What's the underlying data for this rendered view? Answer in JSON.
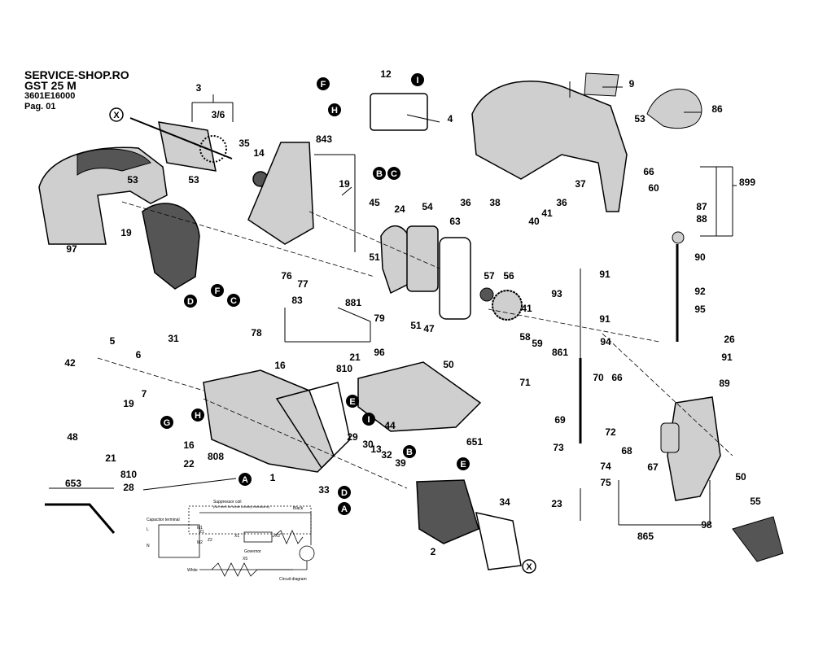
{
  "header": {
    "shop": "SERVICE-SHOP.RO",
    "model": "GST 25 M",
    "article": "3601E16000",
    "page": "Pag. 01"
  },
  "part_numbers": [
    "3",
    "3/6",
    "35",
    "14",
    "53",
    "19",
    "97",
    "843",
    "12",
    "4",
    "45",
    "24",
    "54",
    "63",
    "36",
    "38",
    "37",
    "41",
    "40",
    "51",
    "57",
    "56",
    "58",
    "59",
    "861",
    "47",
    "76",
    "77",
    "83",
    "881",
    "79",
    "78",
    "31",
    "5",
    "6",
    "42",
    "48",
    "7",
    "16",
    "810",
    "21",
    "22",
    "808",
    "28",
    "653",
    "1",
    "29",
    "30",
    "13",
    "32",
    "33",
    "39",
    "34",
    "2",
    "44",
    "651",
    "96",
    "50",
    "71",
    "70",
    "66",
    "72",
    "68",
    "69",
    "73",
    "74",
    "75",
    "23",
    "865",
    "98",
    "55",
    "67",
    "91",
    "93",
    "94",
    "90",
    "92",
    "95",
    "26",
    "89",
    "9",
    "86",
    "899",
    "60",
    "87",
    "88"
  ],
  "connector_letters": [
    "A",
    "B",
    "C",
    "D",
    "E",
    "F",
    "G",
    "H",
    "I",
    "X"
  ],
  "schematic": {
    "suppressor_title": "Suppressor coil",
    "suppressor_note": "(No need for some country executions)",
    "capacitor_label": "Capacitor terminal",
    "black_label": "Black",
    "governor_label": "Governor",
    "white_label": "White",
    "circuit_label": "Circuit diagram",
    "terminals": [
      "X1",
      "X2",
      "X5",
      "Z1",
      "Z2",
      "M1",
      "M2",
      "L",
      "N"
    ]
  },
  "colors": {
    "ink": "#000000",
    "shade": "#555555",
    "light": "#cfcfcf",
    "paper": "#ffffff"
  }
}
